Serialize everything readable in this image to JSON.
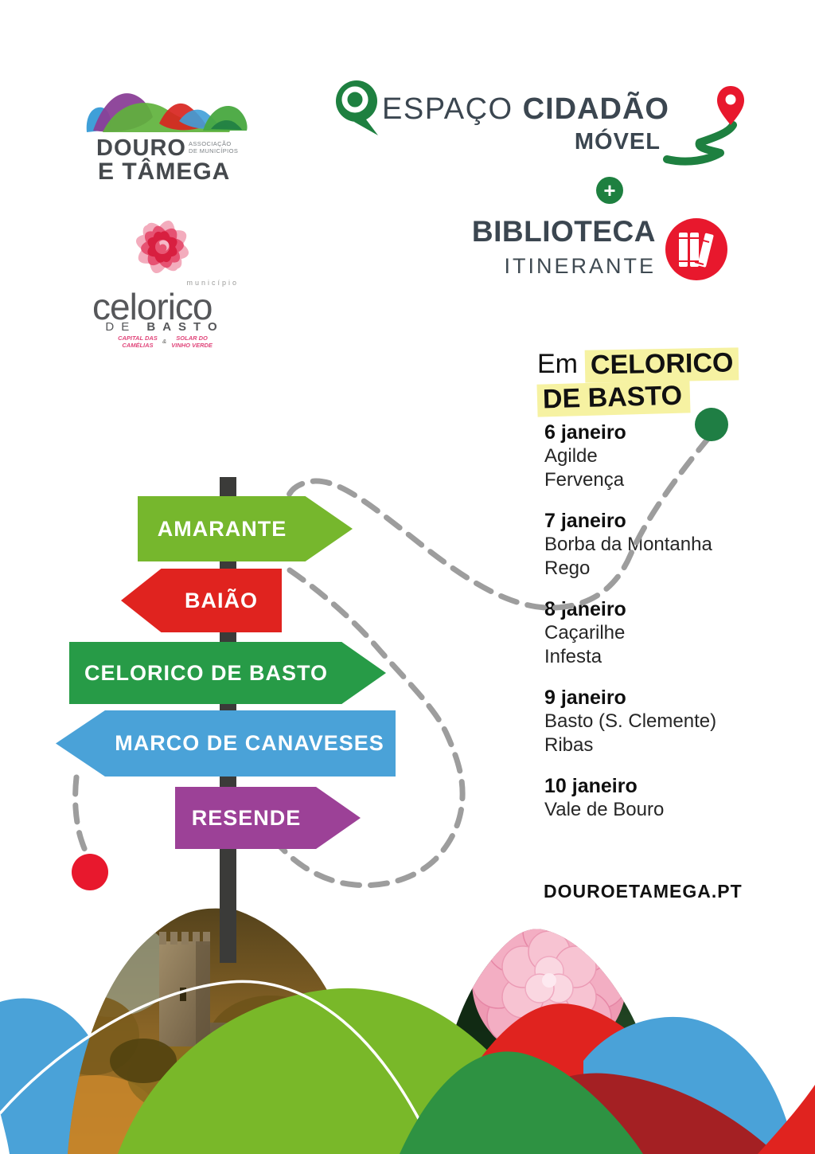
{
  "brand": {
    "douro_tamega": {
      "name_line1": "DOURO",
      "name_line2": "E TÂMEGA",
      "subtitle_line1": "ASSOCIAÇÃO",
      "subtitle_line2": "DE MUNICÍPIOS"
    },
    "celorico": {
      "municipio": "município",
      "name": "celorico",
      "sub_de": "DE",
      "sub_basto": "BASTO",
      "tagline_left_line1": "CAPITAL DAS",
      "tagline_left_line2": "CAMÉLIAS",
      "tagline_amp": "&",
      "tagline_right_line1": "SOLAR DO",
      "tagline_right_line2": "VINHO VERDE"
    }
  },
  "header": {
    "espaco": "ESPAÇO ",
    "cidadao": "CIDADÃO",
    "movel": "MÓVEL",
    "plus": "+",
    "biblioteca": "BIBLIOTECA",
    "itinerante": "ITINERANTE"
  },
  "location_heading": {
    "prefix": "Em ",
    "line1": "CELORICO",
    "line2": "DE BASTO"
  },
  "schedule": {
    "entries": [
      {
        "date": "6 janeiro",
        "locations": [
          "Agilde",
          "Fervença"
        ]
      },
      {
        "date": "7 janeiro",
        "locations": [
          "Borba da Montanha",
          "Rego"
        ]
      },
      {
        "date": "8 janeiro",
        "locations": [
          "Caçarilhe",
          "Infesta"
        ]
      },
      {
        "date": "9 janeiro",
        "locations": [
          "Basto (S. Clemente)",
          "Ribas"
        ]
      },
      {
        "date": "10 janeiro",
        "locations": [
          "Vale de Bouro"
        ]
      }
    ]
  },
  "signposts": [
    {
      "label": "AMARANTE",
      "color": "#76b72d",
      "direction": "right"
    },
    {
      "label": "BAIÃO",
      "color": "#e0231f",
      "direction": "left"
    },
    {
      "label": "CELORICO DE BASTO",
      "color": "#279b47",
      "direction": "right"
    },
    {
      "label": "MARCO DE CANAVESES",
      "color": "#4aa2d8",
      "direction": "left"
    },
    {
      "label": "RESENDE",
      "color": "#9c4197",
      "direction": "right"
    }
  ],
  "website": "DOUROETAMEGA.PT",
  "icons": {
    "magnifier": "magnifier-icon",
    "map_pin_route": "map-pin-route-icon",
    "plus": "plus-icon",
    "books": "books-icon"
  },
  "colors": {
    "header_text": "#3b4650",
    "icon_green": "#1e8040",
    "icon_red": "#e8182d",
    "highlight_yellow": "#f6f2a2",
    "route_dash_gray": "#9d9d9d",
    "route_start_dot": "#1f7e44",
    "route_end_dot": "#e8182d",
    "pole": "#3b3b39"
  }
}
